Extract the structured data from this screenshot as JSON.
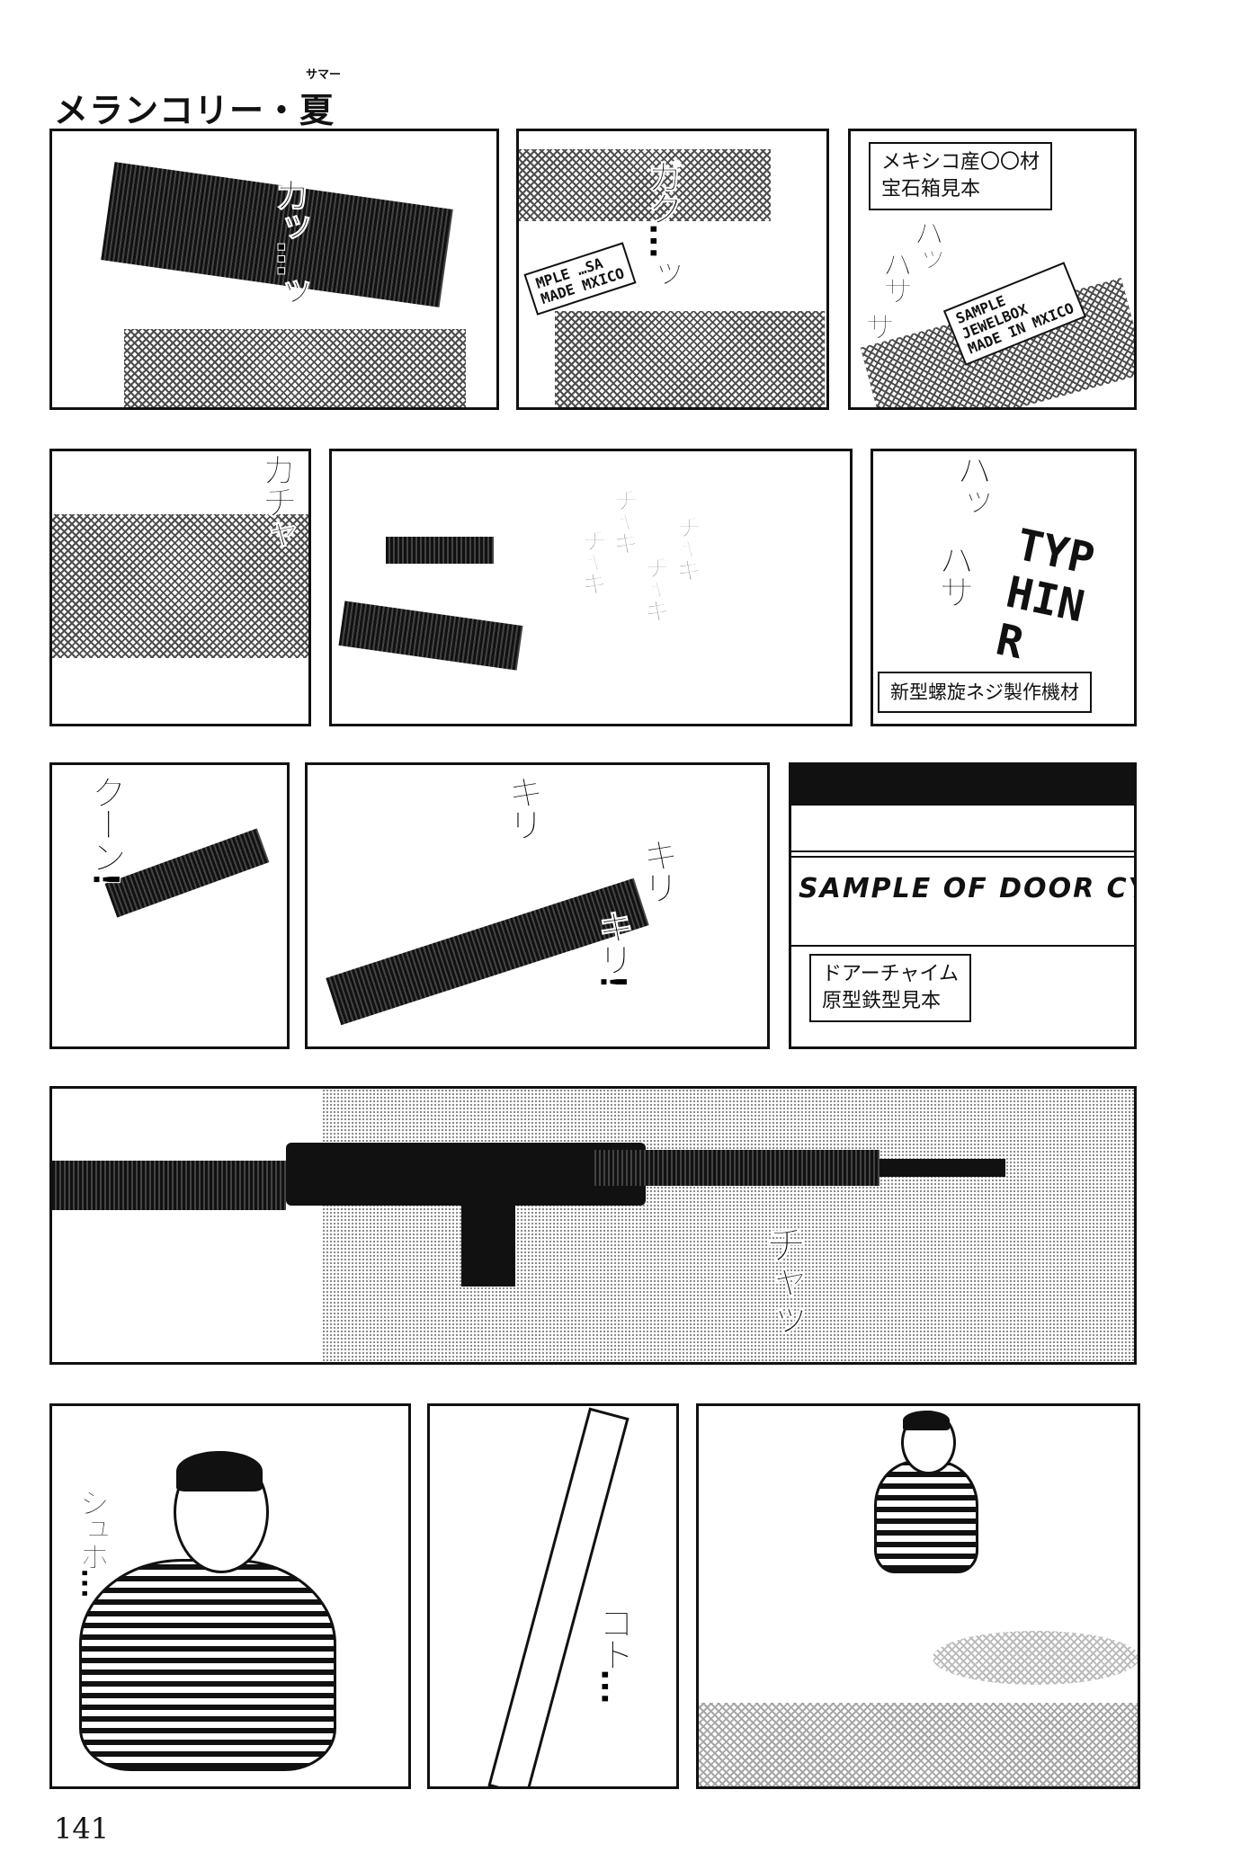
{
  "page": {
    "title": "メランコリー・夏",
    "title_ruby": "サマー",
    "page_number": "141"
  },
  "panels": {
    "p1": {
      "sfx": "ガッ…ッ"
    },
    "p2": {
      "sfx": "ガク…ッ",
      "sign": "MPLE …SA\nMADE MXICO"
    },
    "p3": {
      "caption": "メキシコ産〇〇材\n宝石箱見本",
      "sfx1": "バッ",
      "sfx2": "バサ",
      "sfx3": "サ",
      "sign": "SAMPLE\nJEWELBOX\nMADE IN MXICO"
    },
    "p4": {
      "sfx": "ガチャ"
    },
    "p5": {
      "sfx1": "チャキ",
      "sfx2": "チャキ",
      "sfx3": "チャキ",
      "sfx4": "チャキ"
    },
    "p6": {
      "sfx1": "バッ",
      "sfx2": "バサ",
      "sign": "TYP\nHIN\nR",
      "caption": "新型螺旋ネジ製作機材"
    },
    "p7": {
      "sfx": "クーン!"
    },
    "p8": {
      "sfx1": "キリ",
      "sfx2": "キリ",
      "sfx3": "キリ!"
    },
    "p9": {
      "sign": "SAMPLE OF  DOOR CY",
      "caption": "ドアーチャイム\n原型鉄型見本"
    },
    "p10": {
      "sfx": "チャッ"
    },
    "p11": {
      "sfx": "ジュボ…"
    },
    "p12": {
      "sfx": "ゴト…"
    },
    "p13": {}
  }
}
